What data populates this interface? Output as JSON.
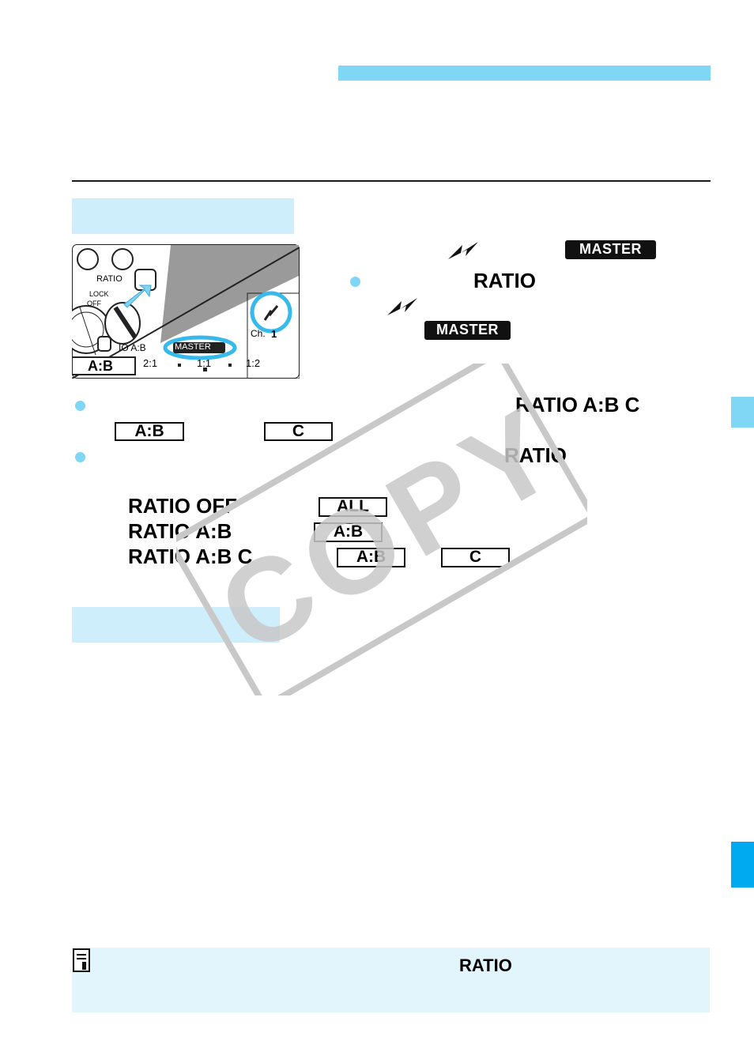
{
  "labels": {
    "ratio_heading": "RATIO",
    "ratio_abc_heading": "RATIO A:B C",
    "ratio2_heading": "RATIO",
    "master_badge": "MASTER",
    "master_badge2": "MASTER",
    "group_ab": "A:B",
    "group_c": "C",
    "group_all": "ALL"
  },
  "ratio_options": [
    {
      "label": "RATIO OFF",
      "groups": [
        "ALL"
      ]
    },
    {
      "label": "RATIO A:B",
      "groups": [
        "A:B"
      ]
    },
    {
      "label": "RATIO A:B C",
      "groups": [
        "A:B",
        "C"
      ]
    }
  ],
  "illustration": {
    "ratio_button_label": "RATIO",
    "lock_label": "LOCK",
    "off_label": "OFF",
    "lcd_ratio_text": "IO A:B",
    "lcd_master": "MASTER",
    "lcd_ch": "Ch.",
    "lcd_ch_value": "1",
    "lcd_ab": "A:B",
    "lcd_21": "2:1",
    "lcd_11": "1:1",
    "lcd_12": "1:2"
  },
  "note": {
    "ratio_word": "RATIO"
  },
  "watermark": "COPY",
  "colors": {
    "accent_light": "#7fd6f5",
    "accent_strong": "#00aaf0",
    "section_fill": "#cfeefb",
    "note_fill": "#e3f5fc"
  }
}
